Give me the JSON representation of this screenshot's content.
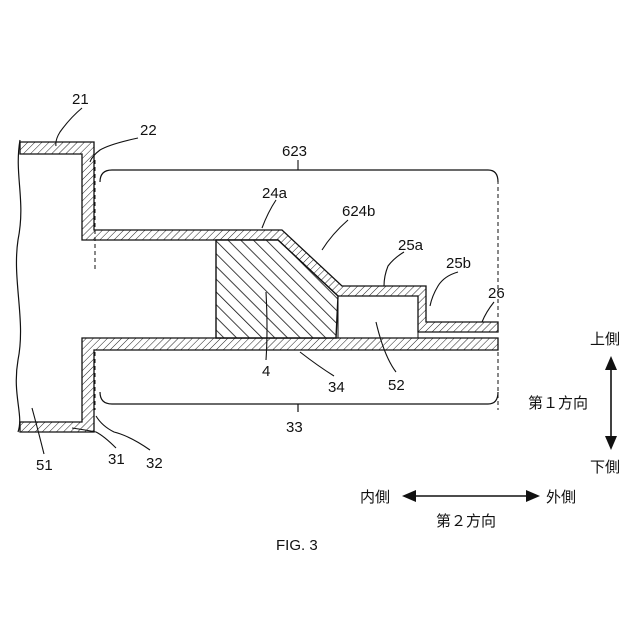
{
  "labels": {
    "l21": "21",
    "l22": "22",
    "l623": "623",
    "l24a": "24a",
    "l624b": "624b",
    "l25a": "25a",
    "l25b": "25b",
    "l26": "26",
    "l4": "4",
    "l34": "34",
    "l52": "52",
    "l33": "33",
    "l51": "51",
    "l31": "31",
    "l32": "32"
  },
  "directions": {
    "up": "上側",
    "down": "下側",
    "first": "第１方向",
    "inner": "内側",
    "outer": "外側",
    "second": "第２方向"
  },
  "caption": "FIG. 3"
}
